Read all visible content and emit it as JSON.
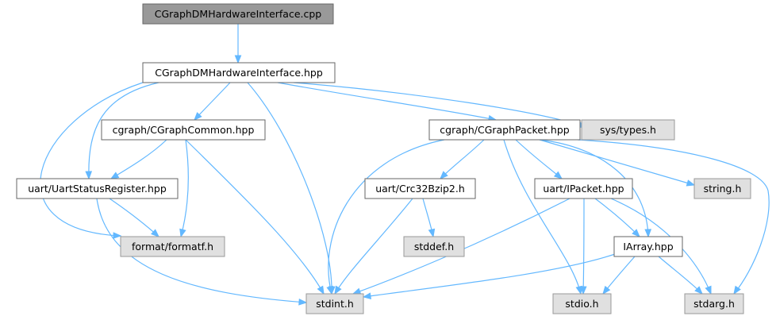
{
  "graph": {
    "edge_color": "#63b8ff",
    "nodes": {
      "src_cpp": {
        "label": "CGraphDMHardwareInterface.cpp",
        "kind": "root"
      },
      "hdr_hpp": {
        "label": "CGraphDMHardwareInterface.hpp",
        "kind": "local"
      },
      "cgraph_common": {
        "label": "cgraph/CGraphCommon.hpp",
        "kind": "local"
      },
      "cgraph_packet": {
        "label": "cgraph/CGraphPacket.hpp",
        "kind": "local"
      },
      "sys_types": {
        "label": "sys/types.h",
        "kind": "system"
      },
      "uart_status": {
        "label": "uart/UartStatusRegister.hpp",
        "kind": "local"
      },
      "crc32": {
        "label": "uart/Crc32Bzip2.h",
        "kind": "local"
      },
      "ipacket": {
        "label": "uart/IPacket.hpp",
        "kind": "local"
      },
      "string_h": {
        "label": "string.h",
        "kind": "system"
      },
      "formatf": {
        "label": "format/formatf.h",
        "kind": "system"
      },
      "stddef": {
        "label": "stddef.h",
        "kind": "system"
      },
      "iarray": {
        "label": "IArray.hpp",
        "kind": "local"
      },
      "stdint": {
        "label": "stdint.h",
        "kind": "system"
      },
      "stdio": {
        "label": "stdio.h",
        "kind": "system"
      },
      "stdarg": {
        "label": "stdarg.h",
        "kind": "system"
      }
    },
    "edges": [
      [
        "src_cpp",
        "hdr_hpp"
      ],
      [
        "hdr_hpp",
        "cgraph_common"
      ],
      [
        "hdr_hpp",
        "cgraph_packet"
      ],
      [
        "hdr_hpp",
        "sys_types"
      ],
      [
        "hdr_hpp",
        "uart_status"
      ],
      [
        "hdr_hpp",
        "formatf"
      ],
      [
        "hdr_hpp",
        "stdint"
      ],
      [
        "cgraph_common",
        "uart_status"
      ],
      [
        "cgraph_common",
        "formatf"
      ],
      [
        "cgraph_common",
        "stdint"
      ],
      [
        "uart_status",
        "formatf"
      ],
      [
        "uart_status",
        "stdint"
      ],
      [
        "cgraph_packet",
        "stdint"
      ],
      [
        "cgraph_packet",
        "crc32"
      ],
      [
        "cgraph_packet",
        "ipacket"
      ],
      [
        "cgraph_packet",
        "string_h"
      ],
      [
        "cgraph_packet",
        "iarray"
      ],
      [
        "cgraph_packet",
        "stdio"
      ],
      [
        "cgraph_packet",
        "stdarg"
      ],
      [
        "crc32",
        "stddef"
      ],
      [
        "crc32",
        "stdint"
      ],
      [
        "ipacket",
        "iarray"
      ],
      [
        "ipacket",
        "stdint"
      ],
      [
        "ipacket",
        "stdio"
      ],
      [
        "ipacket",
        "stdarg"
      ],
      [
        "iarray",
        "stdint"
      ],
      [
        "iarray",
        "stdio"
      ],
      [
        "iarray",
        "stdarg"
      ]
    ]
  }
}
